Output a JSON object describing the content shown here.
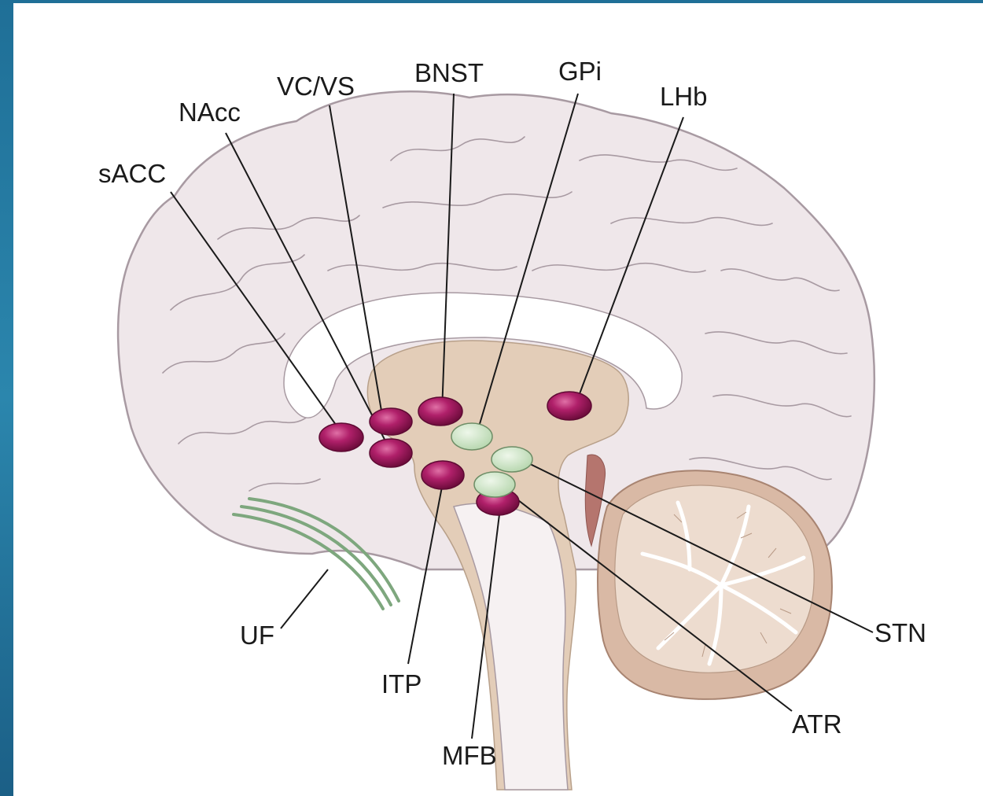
{
  "colors": {
    "brain_fill": "#efe7ea",
    "brain_outline": "#a89aa2",
    "deep_structure": "#e3cdb8",
    "callosum": "#ffffff",
    "cerebellum": "#e6d3c2",
    "target_magenta": "#a3195b",
    "target_green": "#cde6c6",
    "tract_green": "#7ea77e",
    "background_frame": "#2a7fa8"
  },
  "labels": {
    "sacc": "sACC",
    "nacc": "NAcc",
    "vcvs": "VC/VS",
    "bnst": "BNST",
    "gpi": "GPi",
    "lhb": "LHb",
    "uf": "UF",
    "itp": "ITP",
    "mfb": "MFB",
    "stn": "STN",
    "atr": "ATR"
  }
}
